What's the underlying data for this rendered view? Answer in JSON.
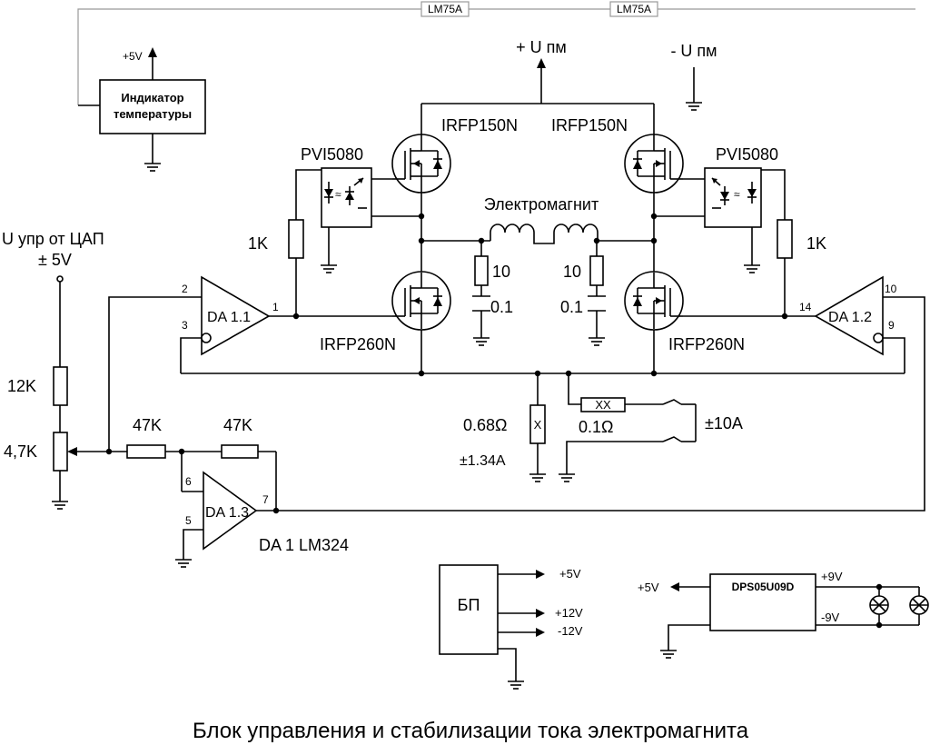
{
  "labels": {
    "lm75a_left": "LM75A",
    "lm75a_right": "LM75A",
    "supply_pos": "+5V",
    "indicator_line1": "Индикатор",
    "indicator_line2": "температуры",
    "u_pos": "+ U пм",
    "u_neg": "- U пм",
    "mosfet_tl": "IRFP150N",
    "mosfet_tr": "IRFP150N",
    "mosfet_bl": "IRFP260N",
    "mosfet_br": "IRFP260N",
    "pvi_left": "PVI5080",
    "pvi_right": "PVI5080",
    "electromagnet": "Электромагнит",
    "r1k_left": "1K",
    "r1k_right": "1K",
    "r10_left": "10",
    "r10_right": "10",
    "c01_left": "0.1",
    "c01_right": "0.1",
    "u_ctrl_line1": "U упр от ЦАП",
    "u_ctrl_line2": "± 5V",
    "r12k": "12K",
    "r47k_pot": "4,7K",
    "r47k_a": "47K",
    "r47k_b": "47K",
    "da11": "DA 1.1",
    "da12": "DA 1.2",
    "da13": "DA 1.3",
    "da1_part": "DA 1  LM324",
    "pin2": "2",
    "pin3": "3",
    "pin1": "1",
    "pin14": "14",
    "pin10": "10",
    "pin9": "9",
    "pin6": "6",
    "pin7": "7",
    "pin5": "5",
    "rshunt": "0.68Ω",
    "rshunt_mark": "X",
    "rshunt_current": "±1.34A",
    "rmeas": "0.1Ω",
    "rmeas_mark": "XX",
    "range_10a": "±10A",
    "psu": "БП",
    "psu_5v": "+5V",
    "psu_12v": "+12V",
    "psu_m12v": "-12V",
    "dps_in": "+5V",
    "dps": "DPS05U09D",
    "dps_p9v": "+9V",
    "dps_m9v": "-9V",
    "caption": "Блок управления и стабилизации тока электромагнита"
  }
}
